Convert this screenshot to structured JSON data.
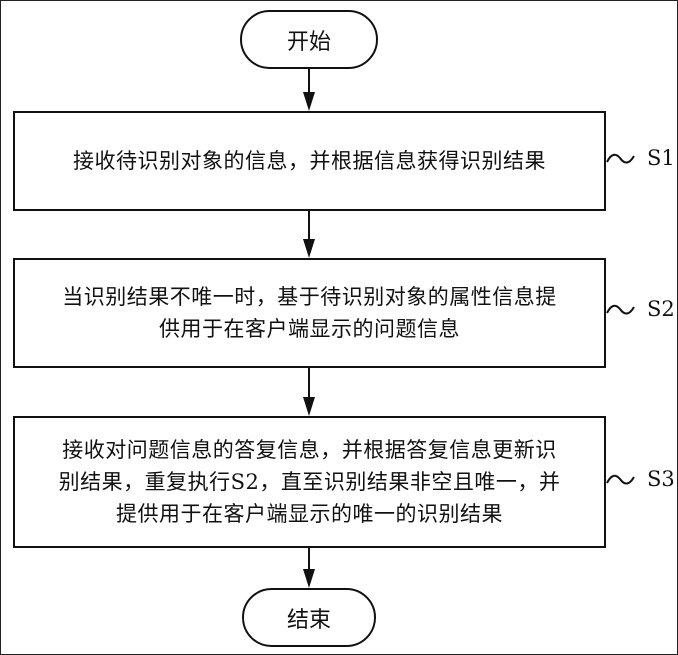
{
  "diagram": {
    "start": {
      "label": "开始"
    },
    "end": {
      "label": "结束"
    },
    "steps": [
      {
        "id": "S1",
        "text": "接收待识别对象的信息，并根据信息获得识别结果"
      },
      {
        "id": "S2",
        "text": "当识别结果不唯一时，基于待识别对象的属性信息提供用于在客户端显示的问题信息"
      },
      {
        "id": "S3",
        "text": "接收对问题信息的答复信息，并根据答复信息更新识别结果，重复执行S2，直至识别结果非空且唯一，并提供用于在客户端显示的唯一的识别结果"
      }
    ],
    "step_lines": [
      [
        "接收待识别对象的信息，并根据信息获得识别结果"
      ],
      [
        "当识别结果不唯一时，基于待识别对象的属性信息提",
        "供用于在客户端显示的问题信息"
      ],
      [
        "接收对问题信息的答复信息，并根据答复信息更新识",
        "别结果，重复执行S2，直至识别结果非空且唯一，并",
        "提供用于在客户端显示的唯一的识别结果"
      ]
    ],
    "step_labels": [
      "S1",
      "S2",
      "S3"
    ],
    "flow": [
      "开始",
      "S1",
      "S2",
      "S3",
      "结束"
    ],
    "line_color": "#111111",
    "background_color": "#ffffff"
  }
}
